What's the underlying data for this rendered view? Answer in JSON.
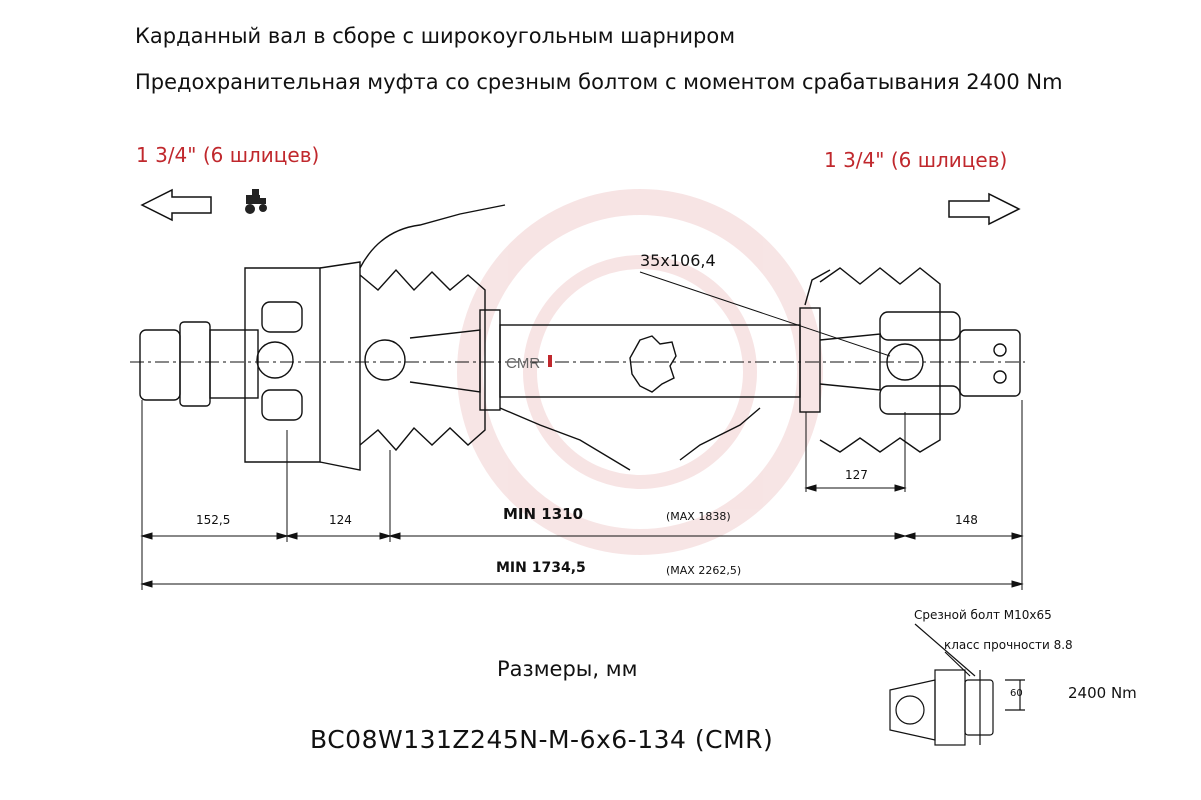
{
  "header": {
    "line1": "Карданный вал в сборе с широкоугольным шарниром",
    "line2": "Предохранительная муфта со срезным болтом с моментом срабатывания 2400 Nm"
  },
  "splines": {
    "left": "1 3/4\" (6 шлицев)",
    "right": "1 3/4\" (6 шлицев)"
  },
  "dimensions": {
    "tube": "35x106,4",
    "d127": "127",
    "d152": "152,5",
    "d124": "124",
    "min1310": "MIN 1310",
    "max1838": "(MAX 1838)",
    "d148": "148",
    "min1734": "MIN 1734,5",
    "max2262": "(MAX 2262,5)"
  },
  "bolt": {
    "name": "Срезной болт M10x65",
    "class": "класс прочности 8.8",
    "dim60": "60",
    "torque": "2400 Nm"
  },
  "footer": {
    "sizes": "Размеры, мм",
    "model": "BC08W131Z245N-M-6x6-134 (CMR)"
  },
  "logo": {
    "text": "CMR"
  },
  "icons": [
    "arrow-left-icon",
    "tractor-icon",
    "arrow-right-icon"
  ]
}
